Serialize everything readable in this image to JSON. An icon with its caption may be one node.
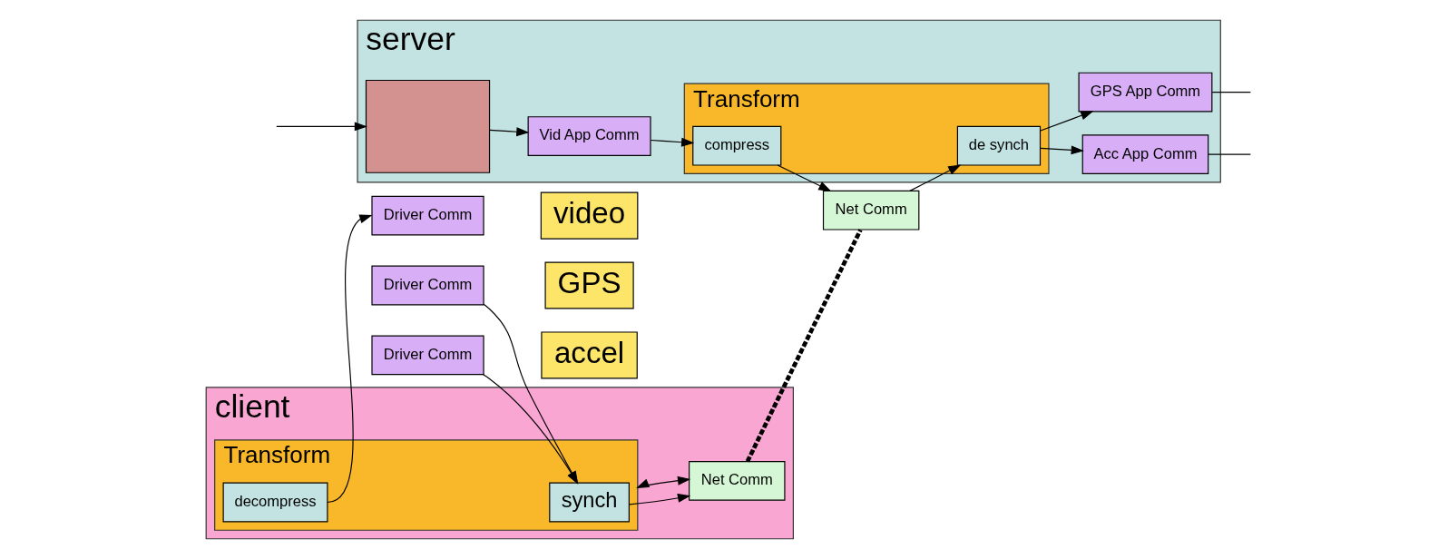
{
  "diagram": {
    "nodes": [
      {
        "text": [
          "client"
        ]
      },
      {
        "text": [
          "Transform"
        ],
        "in": 0
      },
      {
        "text": [
          "synch"
        ],
        "in": 1
      },
      {
        "text": [
          "decompress"
        ],
        "in": 1
      },
      {
        "text": [
          "Driver Comm"
        ]
      },
      {
        "text": [
          "GPS"
        ]
      },
      {
        "text": [
          "Driver Comm"
        ]
      },
      {
        "text": [
          "accel"
        ]
      },
      {
        "text": [
          "Driver Comm"
        ]
      },
      {
        "text": [
          "video"
        ]
      },
      {
        "text": [
          "Net Comm"
        ],
        "in": 0
      },
      {
        "text": [
          "server"
        ]
      },
      {
        "text": [
          "Transform"
        ],
        "in": 11
      },
      {
        "text": [
          "de synch"
        ],
        "in": 12
      },
      {
        "text": [
          "compress"
        ],
        "in": 12
      },
      {
        "text": [
          "GPS App Comm"
        ],
        "in": 11
      },
      {
        "text": [
          "Acc App Comm"
        ],
        "in": 11
      },
      {
        "text": [
          "Vid App Comm"
        ],
        "in": 11
      },
      {
        "text": [],
        "shape": "box",
        "in": 11
      },
      {
        "text": [
          "Net Comm"
        ]
      }
    ],
    "edges": [
      {
        "from": 4,
        "to": 2,
        "arrow": "to"
      },
      {
        "from": 6,
        "to": 2,
        "arrow": "to"
      },
      {
        "from": 3,
        "to": 8,
        "arrow": "to"
      },
      {
        "from": 10,
        "to": 1,
        "arrow": "both"
      },
      {
        "from": 2,
        "to": 10,
        "arrow": "to"
      },
      {
        "from": 10,
        "to": 19,
        "arrow": "none",
        "style": "dashed"
      },
      {
        "from": 19,
        "to": 13,
        "arrow": "to"
      },
      {
        "from": 13,
        "to": 15,
        "arrow": "to"
      },
      {
        "from": 13,
        "to": 16,
        "arrow": "to"
      },
      {
        "from": 17,
        "to": 14,
        "arrow": "to"
      },
      {
        "from": 14,
        "to": 19,
        "arrow": "to"
      },
      {
        "from": 18,
        "to": 17,
        "arrow": "to"
      },
      {
        "from": 15,
        "to": null,
        "arrow": "none"
      },
      {
        "from": 16,
        "to": null,
        "arrow": "none"
      },
      {
        "from": null,
        "to": 18,
        "arrow": "to"
      }
    ]
  }
}
